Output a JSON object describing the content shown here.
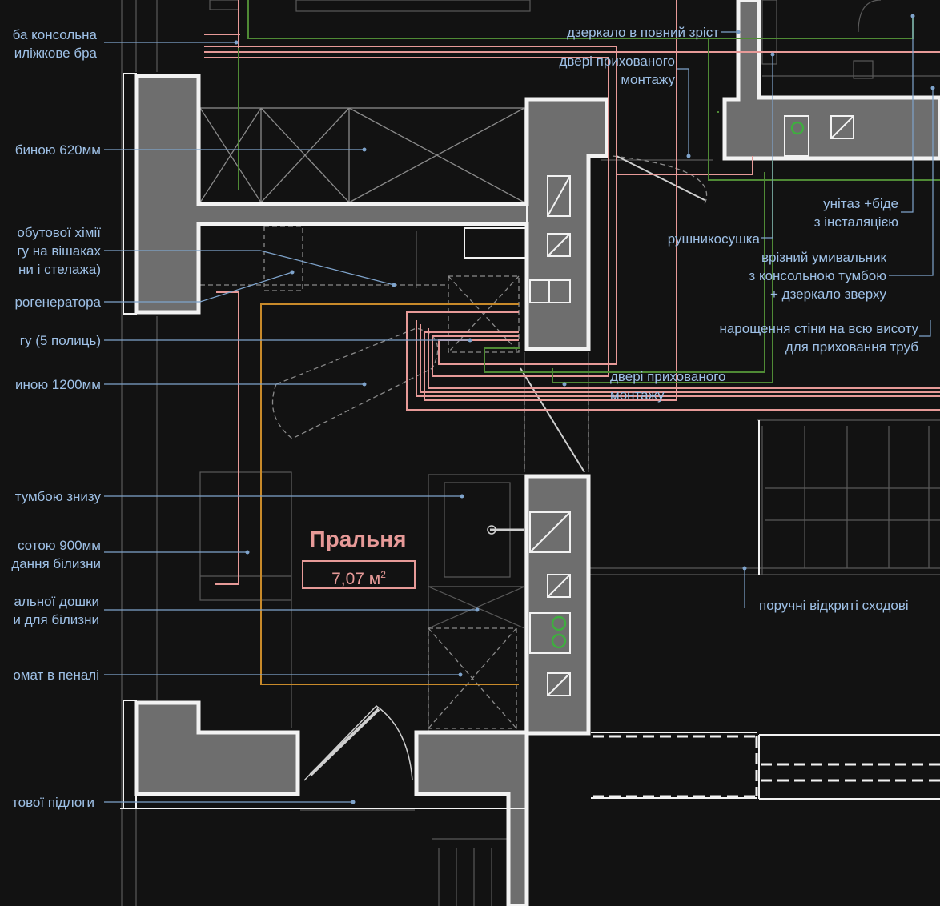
{
  "room": {
    "name": "Пральня",
    "area": "7,07 м",
    "area_unit_sup": "2"
  },
  "left_labels": [
    [
      "ба консольна",
      "иліжкове бра"
    ],
    [
      "биною 620мм"
    ],
    [
      "обутової хімії",
      "гу на вішаках",
      "ни і стелажа)"
    ],
    [
      "рогенератора"
    ],
    [
      "гу (5 полиць)"
    ],
    [
      "иною 1200мм"
    ],
    [
      "тумбою знизу"
    ],
    [
      "сотою 900мм",
      "дання білизни"
    ],
    [
      "альної дошки",
      "и для білизни"
    ],
    [
      "омат в пеналі"
    ],
    [
      "тової підлоги"
    ]
  ],
  "right_labels": {
    "mirror": "дзеркало в повний зріст",
    "hidden_door_1": [
      "двері прихованого",
      "монтажу"
    ],
    "toilet": [
      "унітаз +біде",
      "з інсталяцією"
    ],
    "towel_dryer": "рушникосушка",
    "sink": [
      "врізний умивальник",
      "з консольною тумбою",
      "+ дзеркало зверху"
    ],
    "wall_extension": [
      "нарощення стіни на всю висоту",
      "для приховання труб"
    ],
    "hidden_door_2": [
      "двері прихованого",
      "монтажу"
    ],
    "handrails": "поручні відкриті сходові"
  },
  "colors": {
    "background": "#121212",
    "wall_fill": "#6e6e6e",
    "wall_outline": "#f2f2f2",
    "leader": "#7fa4cc",
    "label": "#9ec0e6",
    "pink_line": "#e79a98",
    "green_line": "#4f8a35",
    "orange_line": "#c88a2a",
    "thin_line": "#6a6a6a"
  },
  "icons": [
    "wall-socket-icon",
    "toilet-mount-icon",
    "drain-icon"
  ]
}
